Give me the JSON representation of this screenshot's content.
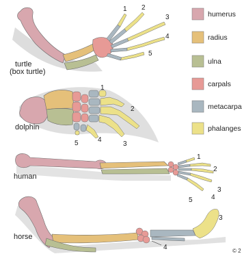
{
  "legend": [
    {
      "label": "humerus",
      "color": "#d8a7ae"
    },
    {
      "label": "radius",
      "color": "#e5c07a"
    },
    {
      "label": "ulna",
      "color": "#b8bf93"
    },
    {
      "label": "carpals",
      "color": "#e79a96"
    },
    {
      "label": "metacarpals",
      "color": "#a9b7c0"
    },
    {
      "label": "phalanges",
      "color": "#ece189"
    }
  ],
  "animals": {
    "turtle": "turtle",
    "turtle_sub": "(box turtle)",
    "dolphin": "dolphin",
    "human": "human",
    "horse": "horse"
  },
  "digits": {
    "turtle": [
      "1",
      "2",
      "3",
      "4",
      "5"
    ],
    "dolphin": [
      "1",
      "2",
      "3",
      "4",
      "5"
    ],
    "human": [
      "1",
      "2",
      "3",
      "4",
      "5"
    ],
    "horse": [
      "3",
      "4"
    ]
  },
  "copyright": "© 2"
}
